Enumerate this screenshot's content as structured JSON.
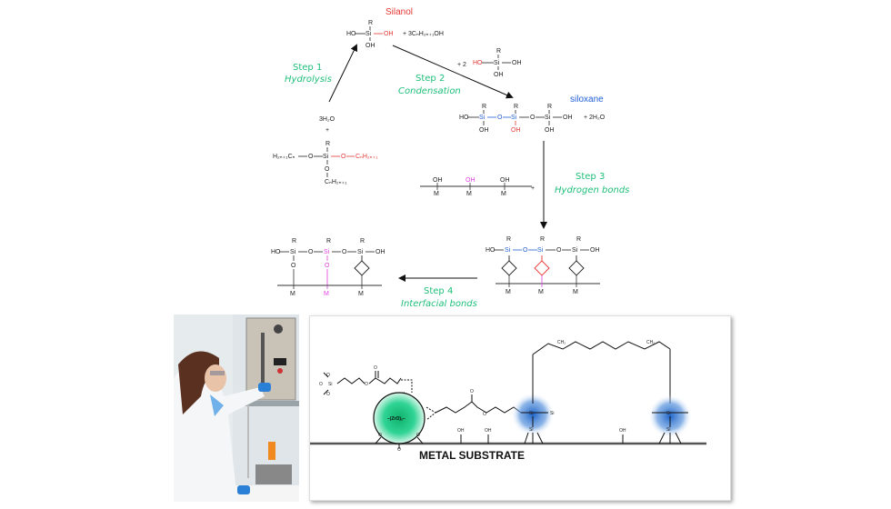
{
  "scheme": {
    "silanol_label": "Silanol",
    "siloxane_label": "siloxane",
    "steps": [
      {
        "number": "Step 1",
        "name": "Hydrolysis"
      },
      {
        "number": "Step 2",
        "name": "Condensation"
      },
      {
        "number": "Step 3",
        "name": "Hydrogen bonds"
      },
      {
        "number": "Step 4",
        "name": "Interfacial bonds"
      }
    ],
    "reagents": {
      "silanol_byproduct": "+ 3CₙH₂ₙ₊₁OH",
      "water": "3H₂O",
      "plus": "+",
      "two_silanol": "+ 2",
      "water_out": "+ 2H₂O",
      "alkyl_left": "H₂ₙ₊₁Cₙ",
      "alkyl_right": "CₙH₂ₙ₊₁",
      "alkyl_bottom": "CₙH₂ₙ₊₁"
    },
    "atoms": {
      "R": "R",
      "Si": "Si",
      "O": "O",
      "OH": "OH",
      "HO": "HO",
      "H": "H",
      "M": "M"
    }
  },
  "colors": {
    "step_text": "#1fbf7a",
    "silanol_red": "#e53935",
    "siloxane_blue": "#1f5fd6",
    "surface_magenta": "#e040e0",
    "zro_green": "#1ed08a",
    "si_blue_glow": "#1e64c8"
  },
  "panel": {
    "substrate_label": "METAL SUBSTRATE",
    "nanoparticle_label": "–(ZrO)ₓ–",
    "oh": "OH",
    "ch2": "CH₂",
    "n": "n"
  },
  "photo": {
    "alt": "Researcher in lab coat and blue gloves operating a laboratory coating apparatus"
  }
}
